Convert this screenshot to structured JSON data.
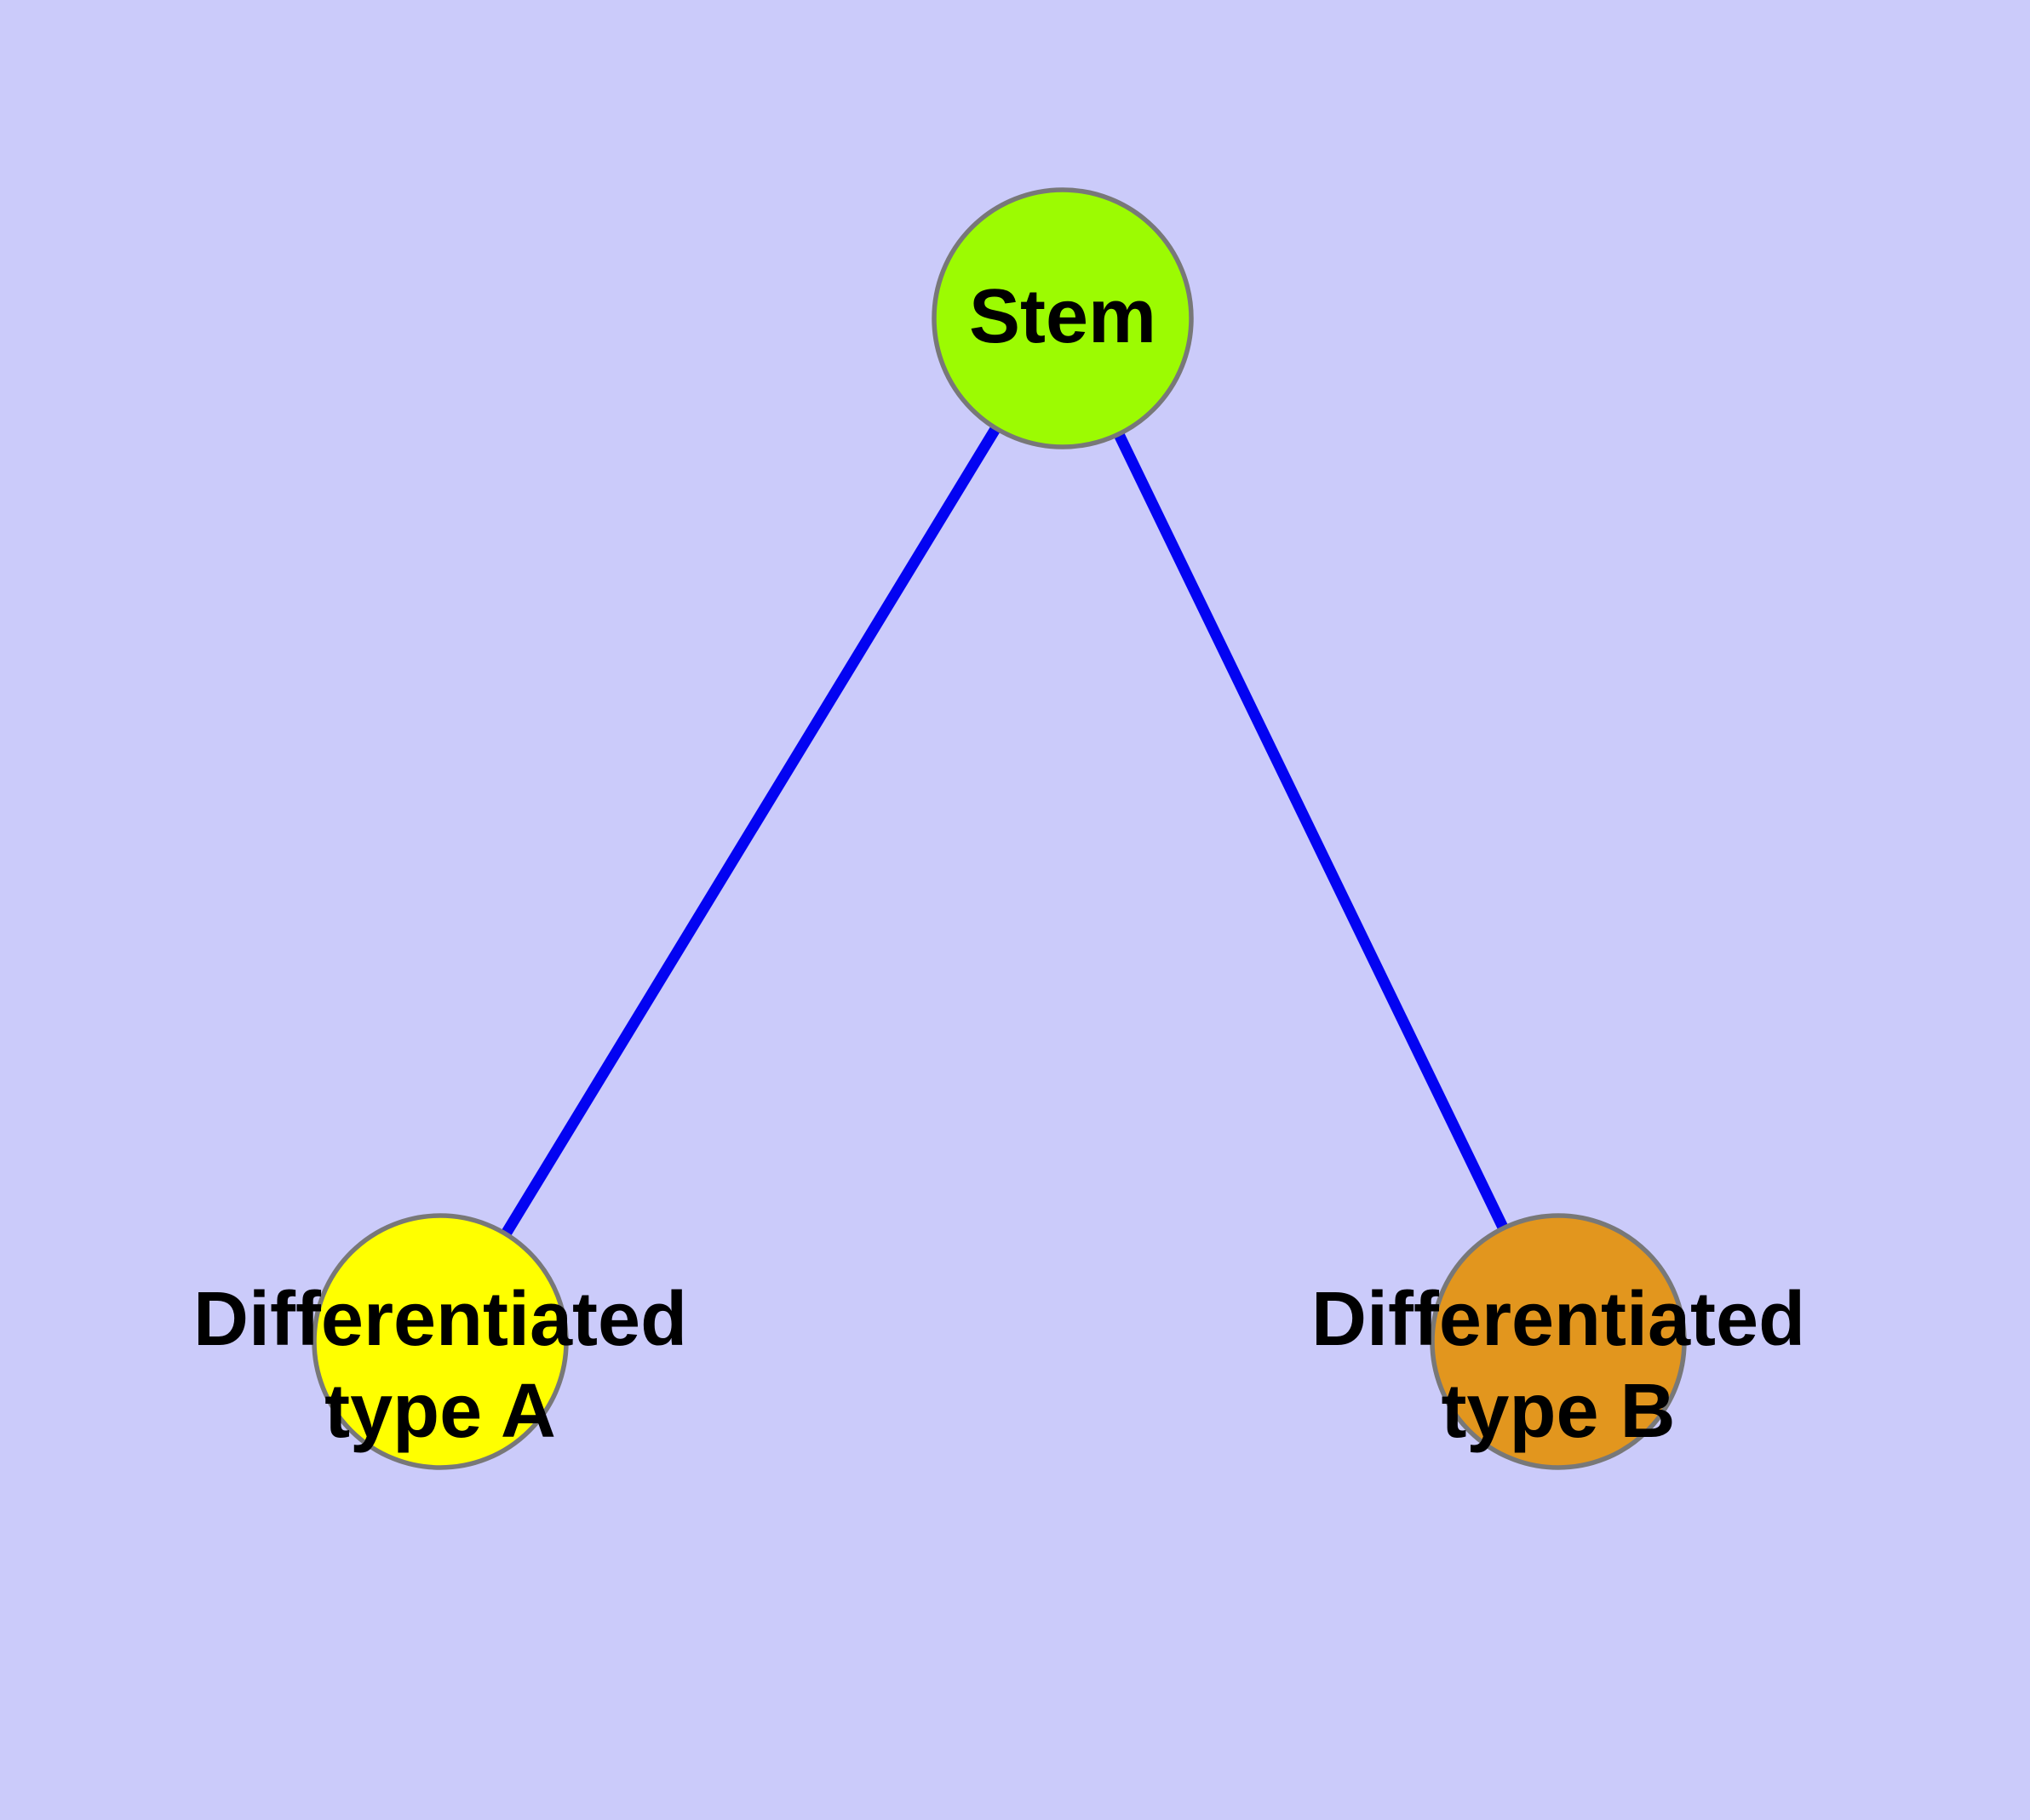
{
  "canvas": {
    "background": "#CBCBFA"
  },
  "diagram": {
    "type": "node-link-graph",
    "node_border_color": "#787878",
    "edge_color": "#0303F2",
    "text_color": "#000000",
    "nodes": [
      {
        "id": "stem",
        "label": "Stem",
        "fill": "#9CFB02"
      },
      {
        "id": "type-a",
        "label": "Differentiated\ntype A",
        "fill": "#FFFF00"
      },
      {
        "id": "type-b",
        "label": "Differentiated\ntype B",
        "fill": "#E2961E"
      }
    ],
    "edges": [
      {
        "from": "stem",
        "to": "type-a",
        "color": "#0303F2"
      },
      {
        "from": "stem",
        "to": "type-b",
        "color": "#0303F2"
      }
    ]
  }
}
